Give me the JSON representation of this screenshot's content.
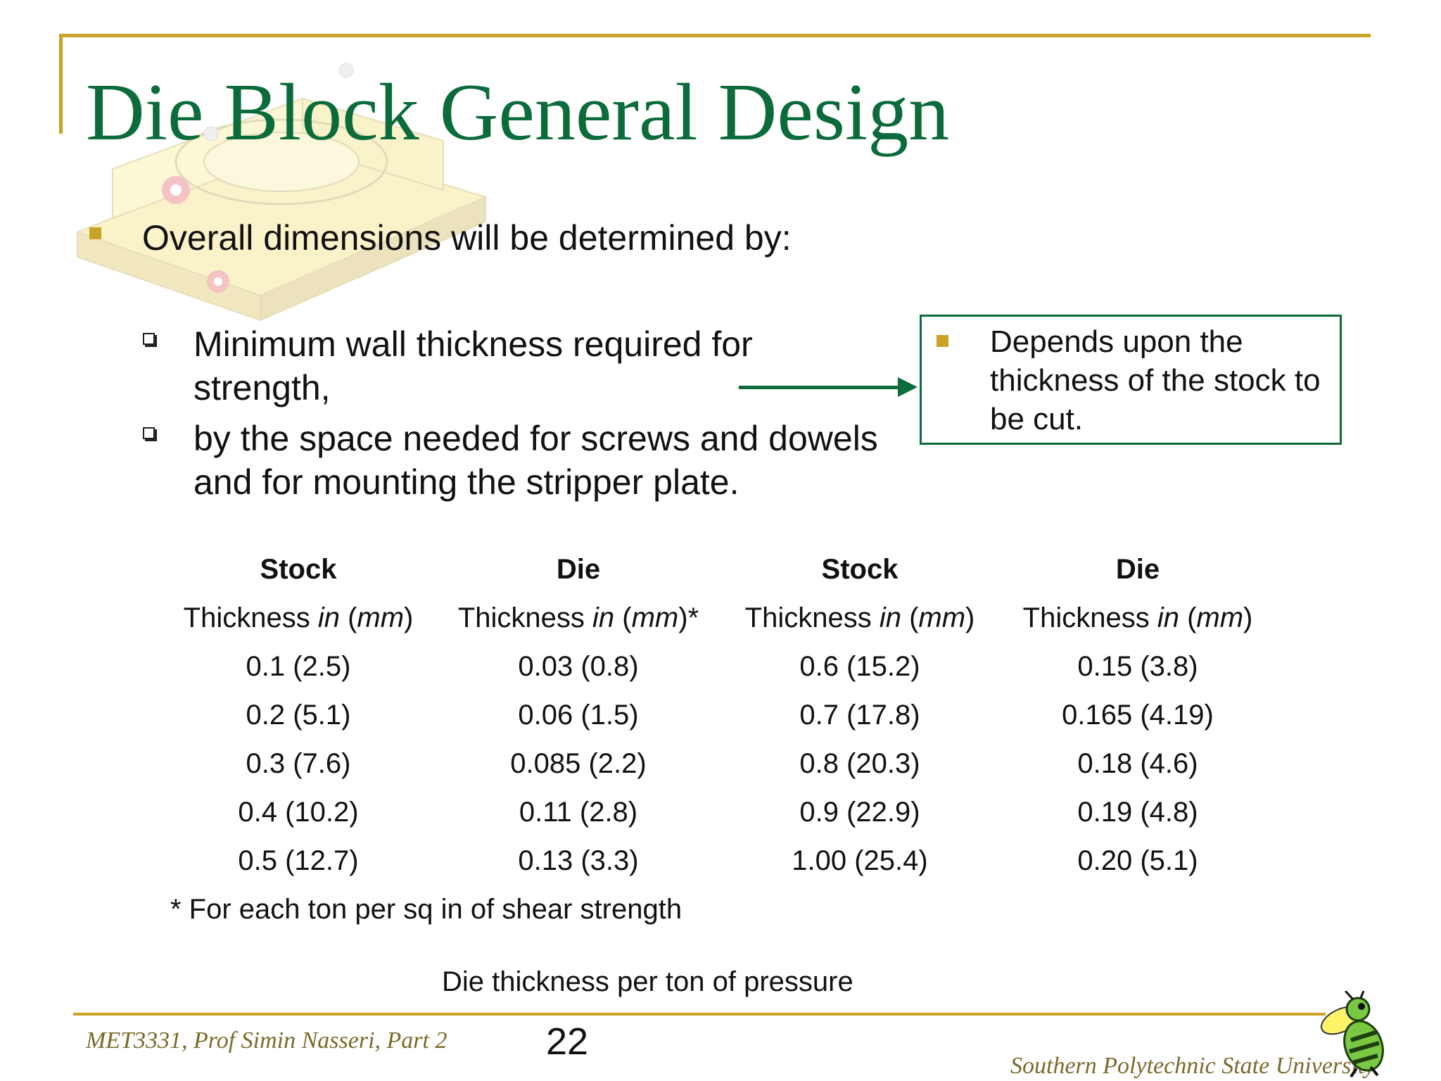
{
  "title": "Die Block General Design",
  "main_point": "Overall dimensions will be determined by:",
  "sub_points": [
    "Minimum wall thickness required for strength,",
    "by the space needed for screws and dowels and for mounting the stripper plate."
  ],
  "callout": "Depends upon the thickness of the stock to be cut.",
  "table": {
    "headers_top": [
      "Stock",
      "Die",
      "Stock",
      "Die"
    ],
    "headers_sub": [
      {
        "pre": "Thickness ",
        "unit1": "in",
        "mid": " (",
        "unit2": "mm",
        "post": ")"
      },
      {
        "pre": "Thickness ",
        "unit1": "in",
        "mid": " (",
        "unit2": "mm",
        "post": ")*"
      },
      {
        "pre": "Thickness ",
        "unit1": "in",
        "mid": " (",
        "unit2": "mm",
        "post": ")"
      },
      {
        "pre": "Thickness ",
        "unit1": "in",
        "mid": " (",
        "unit2": "mm",
        "post": ")"
      }
    ],
    "rows": [
      [
        "0.1  (2.5)",
        "0.03  (0.8)",
        "0.6  (15.2)",
        "0.15   (3.8)"
      ],
      [
        "0.2  (5.1)",
        "0.06  (1.5)",
        "0.7  (17.8)",
        "0.165  (4.19)"
      ],
      [
        "0.3  (7.6)",
        "0.085  (2.2)",
        "0.8  (20.3)",
        "0.18   (4.6)"
      ],
      [
        "0.4  (10.2)",
        "0.11  (2.8)",
        "0.9  (22.9)",
        "0.19  (4.8)"
      ],
      [
        "0.5  (12.7)",
        "0.13   (3.3)",
        "1.00  (25.4)",
        "0.20  (5.1)"
      ]
    ]
  },
  "footnote": "* For each ton per sq in of shear strength",
  "caption": "Die thickness per ton of pressure",
  "footer": {
    "course": "MET3331, Prof Simin Nasseri, Part 2",
    "page_number": "22",
    "university": "Southern Polytechnic State University"
  },
  "colors": {
    "accent_gold": "#c9a227",
    "title_green": "#0b6b3a"
  },
  "icons": [
    "die-illustration",
    "hornet-mascot-icon"
  ]
}
